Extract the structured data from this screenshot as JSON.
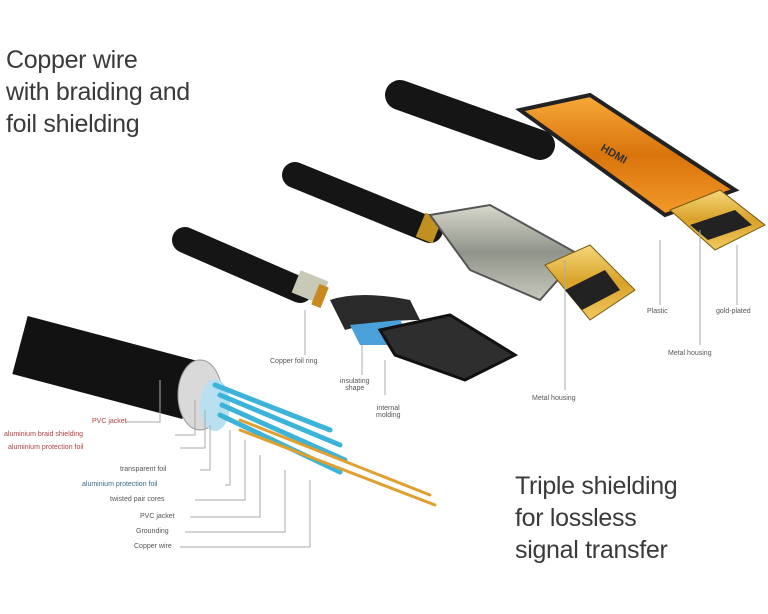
{
  "headline_top": [
    "Copper wire",
    "with braiding and",
    "foil shielding"
  ],
  "headline_bottom": [
    "Triple shielding",
    "for lossless",
    "signal transfer"
  ],
  "logo_text": "HDMI",
  "labels_outer": [
    "PVC jacket",
    "aluminium braid shielding",
    "aluminium protection foil"
  ],
  "labels_inner": [
    "transparent foil",
    "aluminium protection foil",
    "twisted pair cores",
    "PVC jacket",
    "Grounding",
    "Copper wire"
  ],
  "labels_mid": {
    "copper_foil_ring": "Copper foil ring",
    "insulating_shape": [
      "insulating",
      "shape"
    ],
    "internal_molding": [
      "internal",
      "molding"
    ],
    "metal_housing_1": "Metal housing",
    "plastic": "Plastic",
    "gold_plated": "gold-plated",
    "metal_housing_2": "Metal housing"
  },
  "colors": {
    "orange": "#e88a1a",
    "gold": "#e0b030",
    "cable": "#1a1a1a"
  }
}
